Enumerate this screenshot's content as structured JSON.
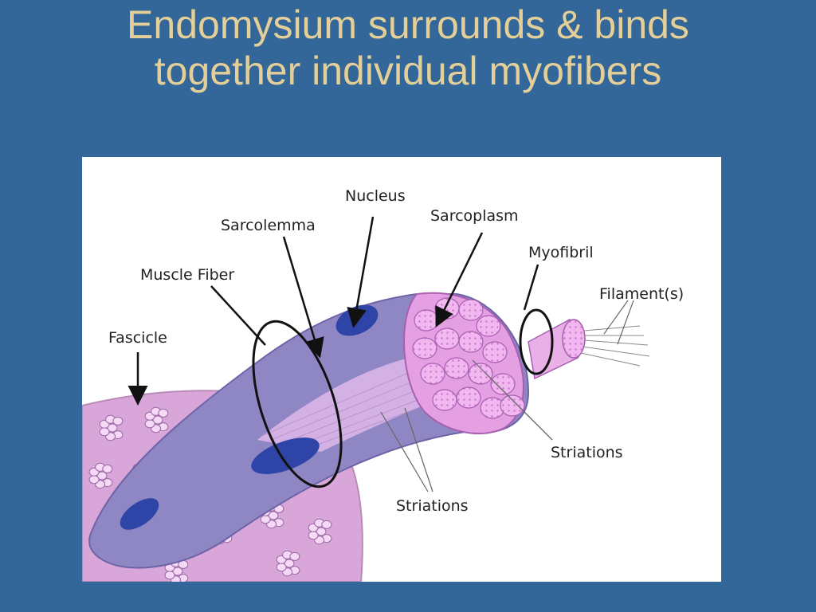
{
  "slide": {
    "title_line1": "Endomysium surrounds & binds",
    "title_line2": "together individual myofibers"
  },
  "diagram": {
    "labels": {
      "nucleus": "Nucleus",
      "sarcoplasm": "Sarcoplasm",
      "sarcolemma": "Sarcolemma",
      "myofibril": "Myofibril",
      "muscle_fiber": "Muscle Fiber",
      "filaments": "Filament(s)",
      "fascicle": "Fascicle",
      "striations_right": "Striations",
      "striations_bottom": "Striations"
    },
    "colors": {
      "background": "#336699",
      "title": "#e3cf97",
      "fascicle": "#d9a6d9",
      "fiber": "#8f86c4",
      "fiber_dark": "#7a70b8",
      "nucleus": "#2e44a6",
      "fibril": "#f2b6f0",
      "fibril_edge": "#a85fb0"
    }
  }
}
